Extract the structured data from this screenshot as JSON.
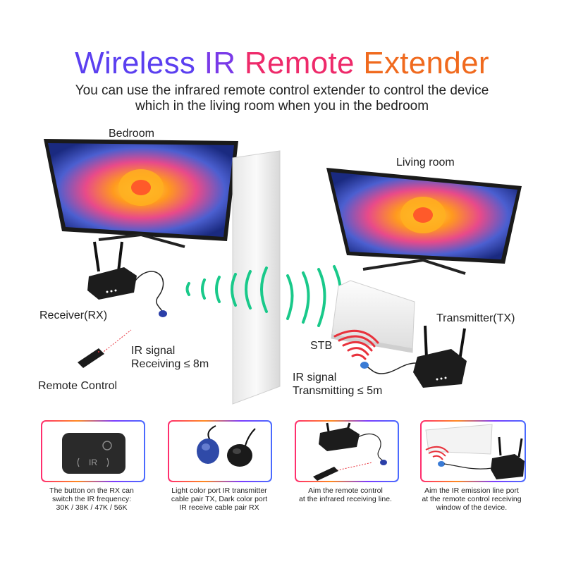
{
  "title": {
    "part1": "Wireless",
    "part2": "IR",
    "part3": "Remote",
    "part4": "Extender"
  },
  "subtitle": {
    "line1": "You can use the infrared remote control extender to control the device",
    "line2": "which in the living room when you in the bedroom"
  },
  "scene": {
    "bedroom_label": "Bedroom",
    "living_room_label": "Living room",
    "receiver_label": "Receiver(RX)",
    "transmitter_label": "Transmitter(TX)",
    "stb_label": "STB",
    "remote_label": "Remote Control",
    "ir_receiving": {
      "line1": "IR signal",
      "line2": "Receiving ≤ 8m"
    },
    "ir_transmitting": {
      "line1": "IR signal",
      "line2": "Transmitting ≤ 5m"
    },
    "rx_button_text": "IR"
  },
  "cards": [
    {
      "caption_lines": [
        "The button on the RX can",
        "switch the IR frequency:",
        "30K / 38K / 47K / 56K"
      ]
    },
    {
      "caption_lines": [
        "Light color port IR transmitter",
        "cable pair TX, Dark color port",
        "IR receive cable pair RX"
      ]
    },
    {
      "caption_lines": [
        "Aim the remote control",
        "at the infrared receiving line."
      ]
    },
    {
      "caption_lines": [
        "Aim the IR emission line port",
        "at the remote control receiving",
        "window of the device."
      ]
    }
  ],
  "colors": {
    "wave_green": "#19c98a",
    "ir_red": "#e8323c",
    "accent_blue": "#4a6bff"
  }
}
